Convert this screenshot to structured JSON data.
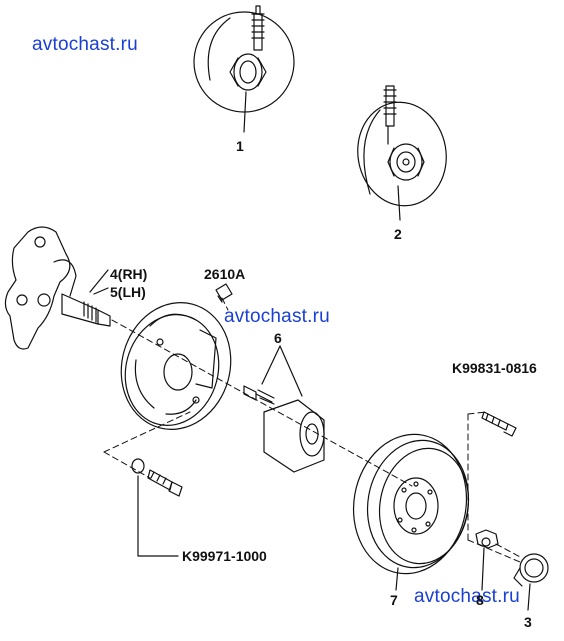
{
  "watermarks": [
    "avtochast.ru",
    "avtochast.ru",
    "avtochast.ru"
  ],
  "callouts": {
    "c1": "1",
    "c2": "2",
    "c3": "3",
    "c4": "4(RH)",
    "c5": "5(LH)",
    "c6": "6",
    "c7": "7",
    "c8": "8",
    "c2610a": "2610A",
    "ck99831": "K99831-0816",
    "ck99971": "K99971-1000"
  },
  "colors": {
    "watermark": "#1a3fd6",
    "line": "#111111"
  }
}
